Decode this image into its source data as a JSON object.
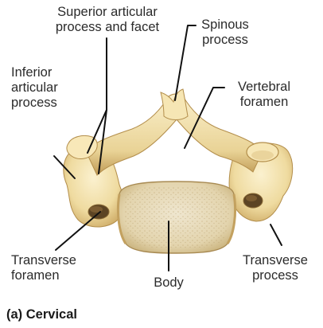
{
  "labels": {
    "superior_articular_1": "Superior articular",
    "superior_articular_2": "process and facet",
    "spinous_1": "Spinous",
    "spinous_2": "process",
    "inferior_articular_1": "Inferior",
    "inferior_articular_2": "articular",
    "inferior_articular_3": "process",
    "vertebral_foramen_1": "Vertebral",
    "vertebral_foramen_2": "foramen",
    "transverse_foramen_1": "Transverse",
    "transverse_foramen_2": "foramen",
    "body": "Body",
    "transverse_process_1": "Transverse",
    "transverse_process_2": "process"
  },
  "caption": "(a) Cervical",
  "colors": {
    "bone": "#f0dfa6",
    "bone_shadow": "#caa860",
    "bone_highlight": "#fbf3d6",
    "body_surface": "#e8dcbf",
    "leader": "#111111",
    "text": "#2b2b2b"
  }
}
